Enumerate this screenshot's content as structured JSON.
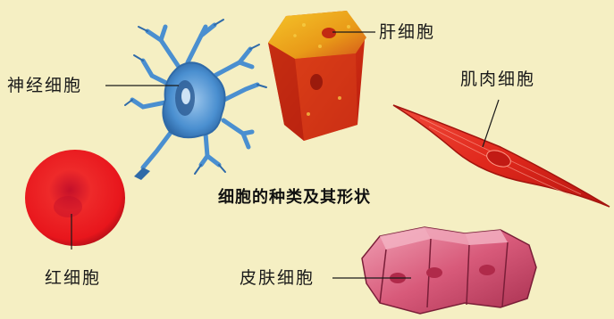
{
  "caption": "细胞的种类及其形状",
  "labels": {
    "nerve": "神经细胞",
    "liver": "肝细胞",
    "muscle": "肌肉细胞",
    "red_blood": "红细胞",
    "skin": "皮肤细胞"
  },
  "colors": {
    "background": "#f5efc3",
    "nerve_cell": "#4a8fd0",
    "liver_cell": "#e8a21a",
    "muscle_cell": "#e0281c",
    "red_blood_cell": "#e8161c",
    "skin_cell": "#d85a7a"
  }
}
